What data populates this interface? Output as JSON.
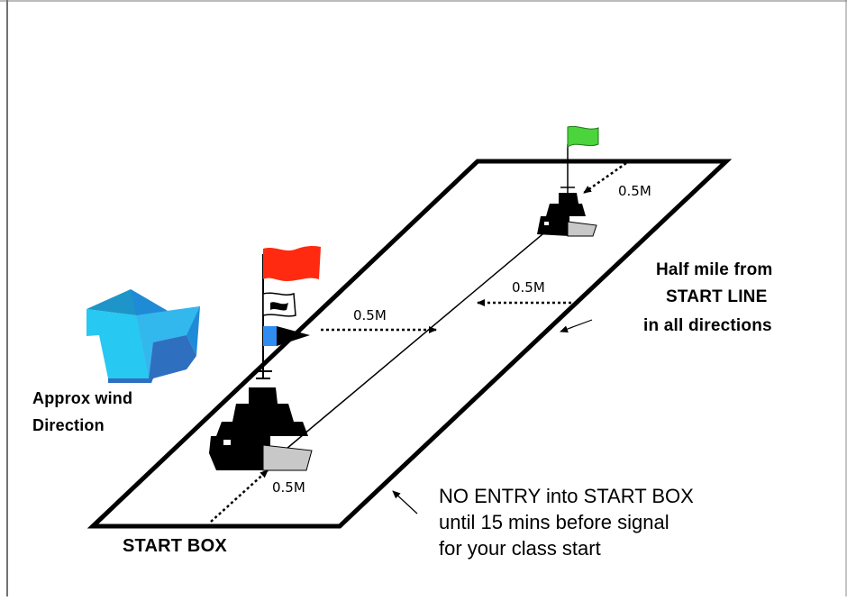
{
  "diagram": {
    "distance_labels": [
      "0.5M",
      "0.5M",
      "0.5M",
      "0.5M"
    ],
    "half_mile_note": [
      "Half mile from",
      "START LINE",
      "in all  directions"
    ],
    "wind_label": [
      "Approx wind",
      "Direction"
    ],
    "box_label": "START BOX",
    "no_entry_note": [
      "NO ENTRY into START BOX",
      "until 15 mins before signal",
      "for your class start"
    ],
    "colors": {
      "box_outline": "#000000",
      "green_flag": "#4cd43c",
      "red_flag": "#ff2a10",
      "blue_pennant": "#2f8cf0",
      "wind_arrow": "#27c8f2",
      "ship_hull": "#000000",
      "ship_stern": "#c8c8c8"
    },
    "icons": [
      "committee-boat-icon",
      "pin-end-boat-icon",
      "wind-arrow-icon",
      "green-flag-icon",
      "red-flag-icon",
      "white-flag-icon",
      "blue-pennant-icon"
    ]
  }
}
